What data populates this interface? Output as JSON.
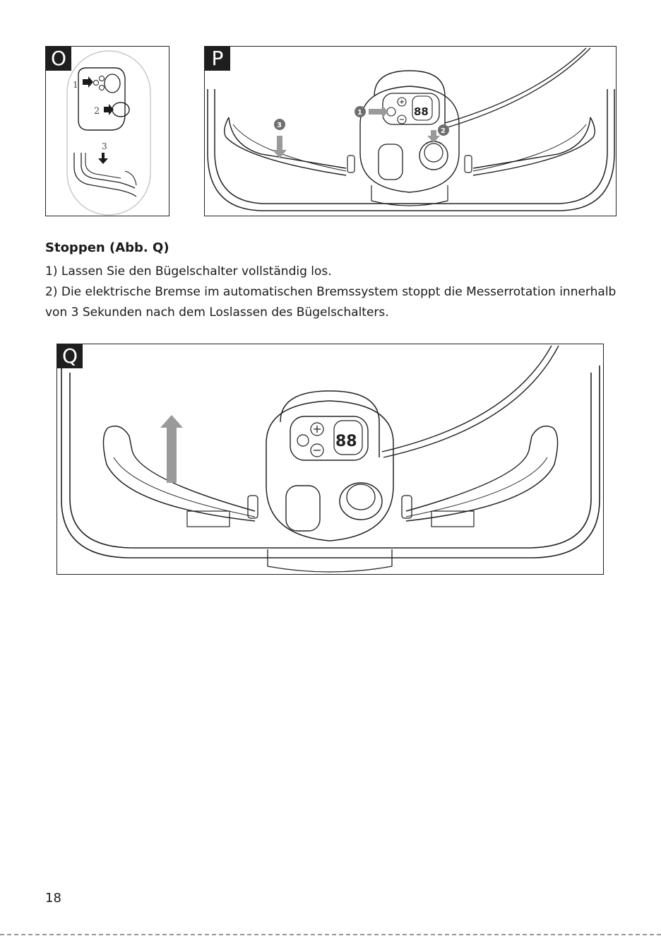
{
  "figures": {
    "o": {
      "label": "O",
      "steps": [
        "1",
        "2",
        "3"
      ]
    },
    "p": {
      "label": "P",
      "steps": [
        "1",
        "2",
        "3"
      ],
      "display": "88"
    },
    "q": {
      "label": "Q",
      "display": "88"
    }
  },
  "section": {
    "heading": "Stoppen (Abb. Q)",
    "steps": [
      "1) Lassen Sie den Bügelschalter vollständig los.",
      "2) Die elektrische Bremse im automatischen Bremssystem stoppt die Messerrotation innerhalb von 3 Sekunden nach dem Loslassen des Bügelschalters."
    ]
  },
  "page": {
    "number": "18"
  },
  "colors": {
    "line": "#222222",
    "arrow_gray": "#9a9a9a",
    "badge_gray": "#6e6e6e",
    "oval_gray": "#c8c8c8"
  }
}
